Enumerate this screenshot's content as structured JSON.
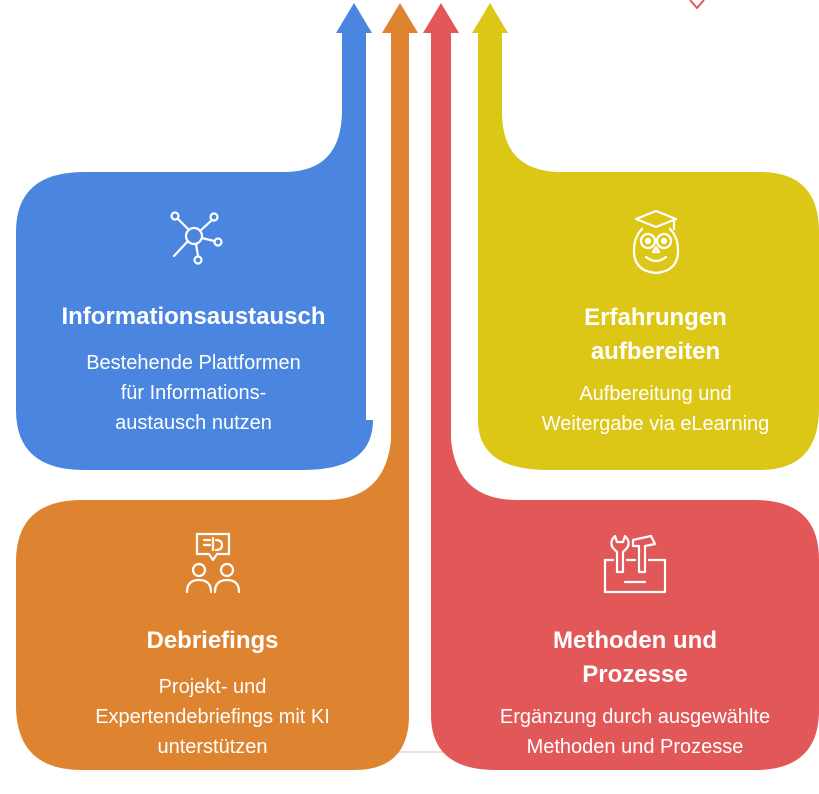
{
  "colors": {
    "blue": "#4A86E0",
    "orange": "#DE8330",
    "red": "#E25757",
    "yellow": "#DCC716",
    "white": "#FFFFFF"
  },
  "cards": {
    "info": {
      "icon": "network-nodes-icon",
      "title": "Informationsaustausch",
      "desc_lines": [
        "Bestehende Plattformen",
        "für Informations-",
        "austausch nutzen"
      ]
    },
    "experience": {
      "icon": "graduate-owl-icon",
      "title_lines": [
        "Erfahrungen",
        "aufbereiten"
      ],
      "desc_lines": [
        "Aufbereitung und",
        "Weitergabe via eLearning"
      ]
    },
    "debriefing": {
      "icon": "people-discussion-icon",
      "title": "Debriefings",
      "desc_lines": [
        "Projekt- und",
        "Expertendebriefings mit KI",
        "unterstützen"
      ]
    },
    "methods": {
      "icon": "toolbox-icon",
      "title_lines": [
        "Methoden und",
        "Prozesse"
      ],
      "desc_lines": [
        "Ergänzung durch ausgewählte",
        "Methoden und Prozesse"
      ]
    }
  }
}
